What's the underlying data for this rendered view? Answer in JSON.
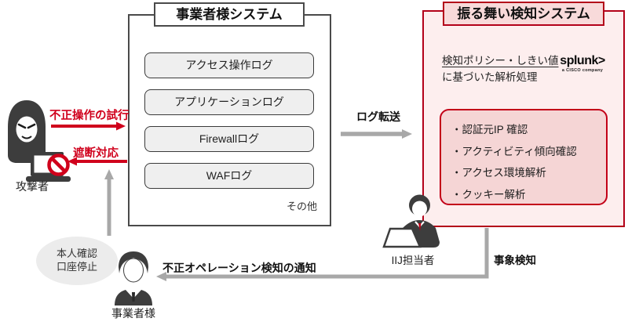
{
  "colors": {
    "accent_red": "#d0001c",
    "red_border": "#b30019",
    "pink_bg": "#fdeeee",
    "pink_title": "#f8dada",
    "pink_inner": "#f5d5d5",
    "gray_arrow": "#a8a8a8",
    "dark_gray": "#3d3d3d"
  },
  "operator_system": {
    "title": "事業者様システム",
    "logs": [
      "アクセス操作ログ",
      "アプリケーションログ",
      "Firewallログ",
      "WAFログ"
    ],
    "others_label": "その他"
  },
  "detection_system": {
    "title": "振る舞い検知システム",
    "policy_line1": "検知ポリシー・しきい値",
    "policy_line2": "に基づいた解析処理",
    "splunk_logo": "splunk>",
    "splunk_sub": "a CISCO company",
    "analysis_items": [
      "・認証元IP 確認",
      "・アクティビティ傾向確認",
      "・アクセス環境解析",
      "・クッキー解析"
    ]
  },
  "arrows": {
    "log_transfer": "ログ転送",
    "attack_attempt": "不正操作の試行",
    "block_response": "遮断対応",
    "event_detection": "事象検知",
    "notification": "不正オペレーション検知の通知"
  },
  "actors": {
    "attacker": "攻撃者",
    "iij_staff": "IIJ担当者",
    "business_owner": "事業者様"
  },
  "bubble": {
    "line1": "本人確認",
    "line2": "口座停止"
  }
}
